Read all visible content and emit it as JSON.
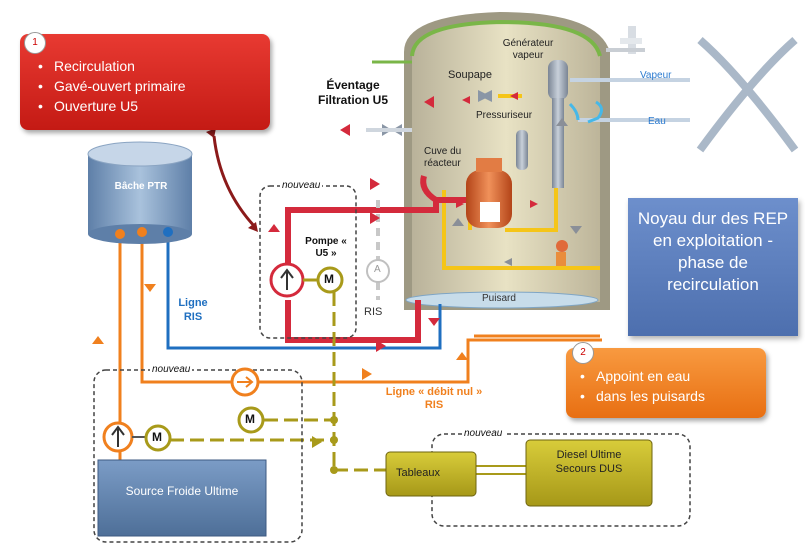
{
  "callout1": {
    "number": "1",
    "items": [
      "Recirculation",
      "Gavé-ouvert primaire",
      "Ouverture U5"
    ],
    "color": "#d42020"
  },
  "callout2": {
    "number": "2",
    "items": [
      "Appoint en eau",
      "dans les puisards"
    ],
    "color": "#f07c1c"
  },
  "title_box": {
    "text": "Noyau dur des REP en exploitation - phase de recirculation",
    "color": "#5b7fbf"
  },
  "labels": {
    "bache_ptr": "Bâche PTR",
    "eventage": "Éventage Filtration U5",
    "soupape": "Soupape",
    "generateur": "Générateur vapeur",
    "vapeur": "Vapeur",
    "eau": "Eau",
    "pressuriseur": "Pressuriseur",
    "cuve": "Cuve du réacteur",
    "puisard": "Puisard",
    "nouveau1": "nouveau",
    "nouveau2": "nouveau",
    "nouveau3": "nouveau",
    "pompe_u5": "Pompe « U5 »",
    "ligne_ris": "Ligne RIS",
    "ris": "RIS",
    "ligne_debit": "Ligne « débit nul » RIS",
    "source_froide": "Source Froide Ultime",
    "tableaux": "Tableaux",
    "diesel": "Diesel Ultime Secours DUS",
    "motor": "M",
    "pump_a": "A"
  },
  "colors": {
    "red_line": "#d42a3c",
    "orange_line": "#f0801e",
    "blue_line": "#1f6fc0",
    "olive_line": "#a89a1a",
    "containment": "#d9cfa0",
    "yellow_loop": "#f5c518"
  }
}
